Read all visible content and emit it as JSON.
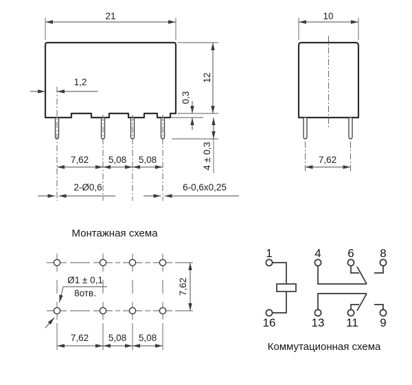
{
  "colors": {
    "background": "#ffffff",
    "outline": "#2d2d2d",
    "dimension_lines": "#474747",
    "text": "#1c1c1c"
  },
  "front_view": {
    "body_width": "21",
    "pin_offset": "1,2",
    "body_height": "12",
    "step": "0,3",
    "pin_length": "4 ± 0,3",
    "pitch": [
      "7,62",
      "5,08",
      "5,08"
    ],
    "coil_pins_note": "2-Ø0,6",
    "contact_pins_note": "6-0,6x0,25"
  },
  "side_view": {
    "body_depth": "10",
    "pin_pitch": "7,62"
  },
  "mounting_diagram": {
    "title": "Монтажная схема",
    "hole_note_diameter": "Ø1 ± 0,1",
    "hole_note_count": "8отв.",
    "row_pitch": "7,62",
    "column_pitch": [
      "7,62",
      "5,08",
      "5,08"
    ]
  },
  "switching_diagram": {
    "title": "Коммутационная схема",
    "coil_top_pin": "1",
    "coil_bottom_pin": "16",
    "top_contact_pins": [
      "4",
      "6",
      "8"
    ],
    "bottom_contact_pins": [
      "13",
      "11",
      "9"
    ]
  }
}
